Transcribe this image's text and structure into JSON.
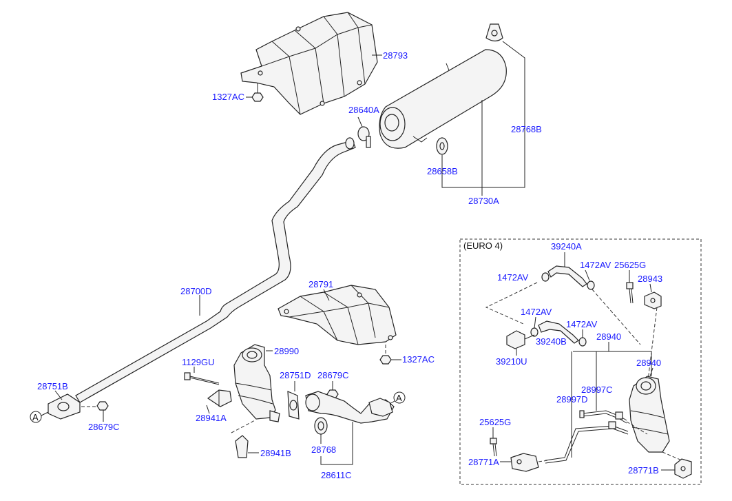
{
  "section_label": "(EURO 4)",
  "circle_ref": "A",
  "colors": {
    "label": "#1a1aff",
    "line": "#222222"
  },
  "labels": {
    "p28793": "28793",
    "p1327AC_top": "1327AC",
    "p28640A": "28640A",
    "p28768B": "28768B",
    "p28658B": "28658B",
    "p28730A": "28730A",
    "p28700D": "28700D",
    "p28791": "28791",
    "p1327AC_mid": "1327AC",
    "p28990": "28990",
    "p1129GU": "1129GU",
    "p28751D": "28751D",
    "p28679C_mid": "28679C",
    "p28751B": "28751B",
    "p28941A": "28941A",
    "p28679C_left": "28679C",
    "p28941B": "28941B",
    "p28768": "28768",
    "p28611C": "28611C",
    "p39240A": "39240A",
    "p1472AV_1": "1472AV",
    "p1472AV_2": "1472AV",
    "p25625G_top": "25625G",
    "p28943": "28943",
    "p1472AV_3": "1472AV",
    "p1472AV_4": "1472AV",
    "p39240B": "39240B",
    "p28940_1": "28940",
    "p39210U": "39210U",
    "p28940_2": "28940",
    "p28997C": "28997C",
    "p28997D": "28997D",
    "p25625G_bot": "25625G",
    "p28771A": "28771A",
    "p28771B": "28771B"
  }
}
